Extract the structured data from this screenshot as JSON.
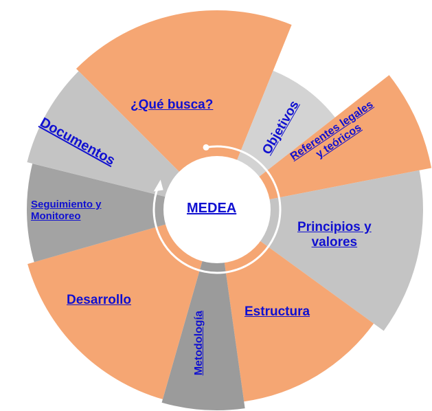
{
  "center": {
    "label": "MEDEA"
  },
  "segments": [
    {
      "id": "que-busca",
      "label": "¿Qué busca?",
      "color": "#F5A673"
    },
    {
      "id": "objetivos",
      "label": "Objetivos",
      "color": "#D3D3D3"
    },
    {
      "id": "referentes",
      "label_line1": "Referentes legales",
      "label_line2": "y teóricos",
      "color": "#F5A673"
    },
    {
      "id": "principios",
      "label_line1": "Principios y",
      "label_line2": "valores",
      "color": "#C4C4C4"
    },
    {
      "id": "estructura",
      "label": "Estructura",
      "color": "#F5A673"
    },
    {
      "id": "metodologia",
      "label": "Metodología",
      "color": "#9B9B9B"
    },
    {
      "id": "desarrollo",
      "label": "Desarrollo",
      "color": "#F5A673"
    },
    {
      "id": "seguimiento",
      "label_line1": "Seguimiento y",
      "label_line2": "Monitoreo",
      "color": "#A3A3A3"
    },
    {
      "id": "documentos",
      "label": "Documentos",
      "color": "#C4C4C4"
    }
  ],
  "link_color": "#1010D0"
}
